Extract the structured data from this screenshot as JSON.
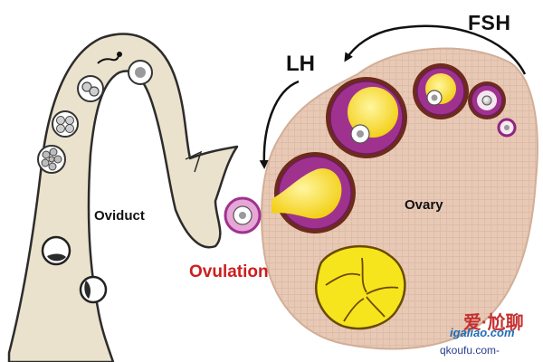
{
  "labels": {
    "fsh": "FSH",
    "lh": "LH",
    "oviduct": "Oviduct",
    "ovary": "Ovary",
    "ovulation": "Ovulation"
  },
  "watermark": {
    "line1": "爱·尬聊",
    "line2": "igaliao.com",
    "line3": "qkoufu.com-"
  },
  "colors": {
    "ovary_fill": "#e7c9b6",
    "oviduct_fill": "#eae2cc",
    "follicle_border": "#8f2582",
    "antrum_yellow": "#f6e41d",
    "ovulation_text": "#cc1f1f",
    "label_text": "#111111"
  }
}
